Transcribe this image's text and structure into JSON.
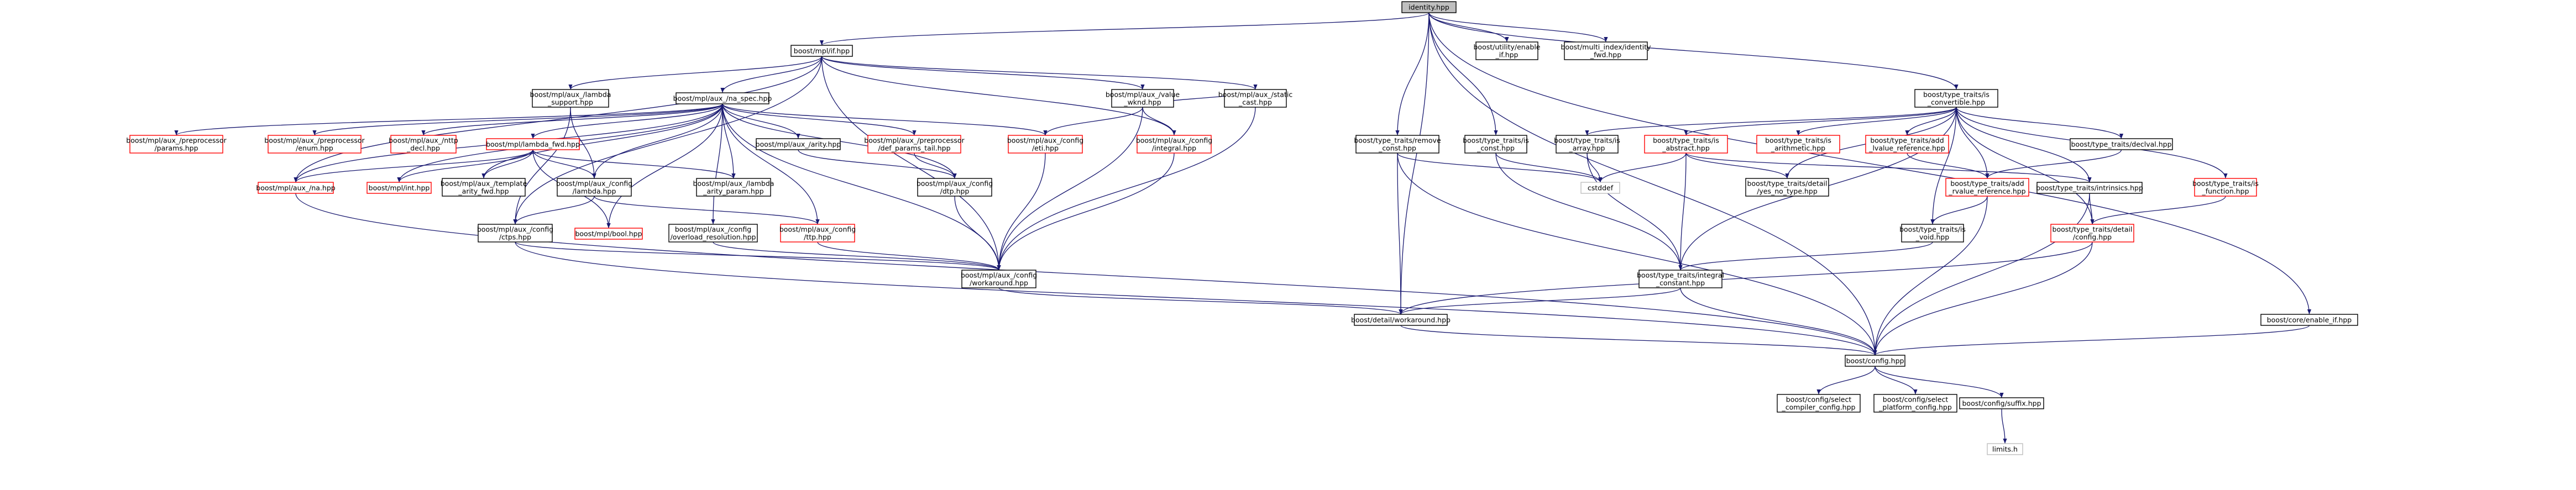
{
  "diagram": {
    "type": "include-dependency-graph",
    "colors": {
      "edge": "#191970",
      "node_border": "#000000",
      "missing_border": "#ff0000",
      "root_fill": "#bfbfbf",
      "node_fill": "#ffffff",
      "leaf_border": "#bfbfbf",
      "leaf_text": "#7f7f7f"
    },
    "nodes": [
      {
        "id": "identity",
        "lines": [
          "identity.hpp"
        ],
        "kind": "root"
      },
      {
        "id": "mpl_if",
        "lines": [
          "boost/mpl/if.hpp"
        ],
        "kind": "normal"
      },
      {
        "id": "enable_if",
        "lines": [
          "boost/utility/enable",
          "_if.hpp"
        ],
        "kind": "normal"
      },
      {
        "id": "mi_identity_fwd",
        "lines": [
          "boost/multi_index/identity",
          "_fwd.hpp"
        ],
        "kind": "normal"
      },
      {
        "id": "is_convertible",
        "lines": [
          "boost/type_traits/is",
          "_convertible.hpp"
        ],
        "kind": "normal"
      },
      {
        "id": "lambda_support",
        "lines": [
          "boost/mpl/aux_/lambda",
          "_support.hpp"
        ],
        "kind": "normal"
      },
      {
        "id": "na_spec",
        "lines": [
          "boost/mpl/aux_/na_spec.hpp"
        ],
        "kind": "normal"
      },
      {
        "id": "value_wknd",
        "lines": [
          "boost/mpl/aux_/value",
          "_wknd.hpp"
        ],
        "kind": "normal"
      },
      {
        "id": "static_cast",
        "lines": [
          "boost/mpl/aux_/static",
          "_cast.hpp"
        ],
        "kind": "normal"
      },
      {
        "id": "remove_const",
        "lines": [
          "boost/type_traits/remove",
          "_const.hpp"
        ],
        "kind": "normal"
      },
      {
        "id": "is_const",
        "lines": [
          "boost/type_traits/is",
          "_const.hpp"
        ],
        "kind": "normal"
      },
      {
        "id": "pp_params",
        "lines": [
          "boost/mpl/aux_/preprocessor",
          "/params.hpp"
        ],
        "kind": "missing"
      },
      {
        "id": "pp_enum",
        "lines": [
          "boost/mpl/aux_/preprocessor",
          "/enum.hpp"
        ],
        "kind": "missing"
      },
      {
        "id": "nttp_decl",
        "lines": [
          "boost/mpl/aux_/nttp",
          "_decl.hpp"
        ],
        "kind": "missing"
      },
      {
        "id": "lambda_fwd",
        "lines": [
          "boost/mpl/lambda_fwd.hpp"
        ],
        "kind": "missing"
      },
      {
        "id": "arity",
        "lines": [
          "boost/mpl/aux_/arity.hpp"
        ],
        "kind": "normal"
      },
      {
        "id": "def_params_tail",
        "lines": [
          "boost/mpl/aux_/preprocessor",
          "/def_params_tail.hpp"
        ],
        "kind": "missing"
      },
      {
        "id": "cfg_eti",
        "lines": [
          "boost/mpl/aux_/config",
          "/eti.hpp"
        ],
        "kind": "missing"
      },
      {
        "id": "cfg_integral",
        "lines": [
          "boost/mpl/aux_/config",
          "/integral.hpp"
        ],
        "kind": "missing"
      },
      {
        "id": "is_array",
        "lines": [
          "boost/type_traits/is",
          "_array.hpp"
        ],
        "kind": "normal"
      },
      {
        "id": "is_abstract",
        "lines": [
          "boost/type_traits/is",
          "_abstract.hpp"
        ],
        "kind": "missing"
      },
      {
        "id": "is_arithmetic",
        "lines": [
          "boost/type_traits/is",
          "_arithmetic.hpp"
        ],
        "kind": "missing"
      },
      {
        "id": "add_lvalue_ref",
        "lines": [
          "boost/type_traits/add",
          "_lvalue_reference.hpp"
        ],
        "kind": "missing"
      },
      {
        "id": "declval",
        "lines": [
          "boost/type_traits/declval.hpp"
        ],
        "kind": "normal"
      },
      {
        "id": "na",
        "lines": [
          "boost/mpl/aux_/na.hpp"
        ],
        "kind": "missing"
      },
      {
        "id": "mpl_int",
        "lines": [
          "boost/mpl/int.hpp"
        ],
        "kind": "missing"
      },
      {
        "id": "template_arity_fwd",
        "lines": [
          "boost/mpl/aux_/template",
          "_arity_fwd.hpp"
        ],
        "kind": "normal"
      },
      {
        "id": "cfg_lambda",
        "lines": [
          "boost/mpl/aux_/config",
          "/lambda.hpp"
        ],
        "kind": "normal"
      },
      {
        "id": "lambda_arity_param",
        "lines": [
          "boost/mpl/aux_/lambda",
          "_arity_param.hpp"
        ],
        "kind": "normal"
      },
      {
        "id": "cfg_dtp",
        "lines": [
          "boost/mpl/aux_/config",
          "/dtp.hpp"
        ],
        "kind": "normal"
      },
      {
        "id": "cstddef",
        "lines": [
          "cstddef"
        ],
        "kind": "leaf"
      },
      {
        "id": "yes_no_type",
        "lines": [
          "boost/type_traits/detail",
          "/yes_no_type.hpp"
        ],
        "kind": "normal"
      },
      {
        "id": "add_rvalue_ref",
        "lines": [
          "boost/type_traits/add",
          "_rvalue_reference.hpp"
        ],
        "kind": "missing"
      },
      {
        "id": "intrinsics",
        "lines": [
          "boost/type_traits/intrinsics.hpp"
        ],
        "kind": "normal"
      },
      {
        "id": "is_function",
        "lines": [
          "boost/type_traits/is",
          "_function.hpp"
        ],
        "kind": "missing"
      },
      {
        "id": "cfg_ctps",
        "lines": [
          "boost/mpl/aux_/config",
          "/ctps.hpp"
        ],
        "kind": "normal"
      },
      {
        "id": "mpl_bool",
        "lines": [
          "boost/mpl/bool.hpp"
        ],
        "kind": "missing"
      },
      {
        "id": "cfg_overload",
        "lines": [
          "boost/mpl/aux_/config",
          "/overload_resolution.hpp"
        ],
        "kind": "normal"
      },
      {
        "id": "cfg_ttp",
        "lines": [
          "boost/mpl/aux_/config",
          "/ttp.hpp"
        ],
        "kind": "missing"
      },
      {
        "id": "is_void",
        "lines": [
          "boost/type_traits/is",
          "_void.hpp"
        ],
        "kind": "normal"
      },
      {
        "id": "tt_detail_config",
        "lines": [
          "boost/type_traits/detail",
          "/config.hpp"
        ],
        "kind": "missing"
      },
      {
        "id": "cfg_workaround",
        "lines": [
          "boost/mpl/aux_/config",
          "/workaround.hpp"
        ],
        "kind": "normal"
      },
      {
        "id": "integral_constant",
        "lines": [
          "boost/type_traits/integral",
          "_constant.hpp"
        ],
        "kind": "normal"
      },
      {
        "id": "detail_workaround",
        "lines": [
          "boost/detail/workaround.hpp"
        ],
        "kind": "normal"
      },
      {
        "id": "core_enable_if",
        "lines": [
          "boost/core/enable_if.hpp"
        ],
        "kind": "normal"
      },
      {
        "id": "config",
        "lines": [
          "boost/config.hpp"
        ],
        "kind": "normal"
      },
      {
        "id": "select_compiler",
        "lines": [
          "boost/config/select",
          "_compiler_config.hpp"
        ],
        "kind": "normal"
      },
      {
        "id": "select_platform",
        "lines": [
          "boost/config/select",
          "_platform_config.hpp"
        ],
        "kind": "normal"
      },
      {
        "id": "suffix",
        "lines": [
          "boost/config/suffix.hpp"
        ],
        "kind": "normal"
      },
      {
        "id": "limits",
        "lines": [
          "limits.h"
        ],
        "kind": "leaf"
      }
    ],
    "edges": [
      [
        "identity",
        "mpl_if"
      ],
      [
        "identity",
        "enable_if"
      ],
      [
        "identity",
        "mi_identity_fwd"
      ],
      [
        "identity",
        "is_convertible"
      ],
      [
        "identity",
        "remove_const"
      ],
      [
        "identity",
        "is_const"
      ],
      [
        "identity",
        "detail_workaround"
      ],
      [
        "identity",
        "config"
      ],
      [
        "identity",
        "core_enable_if"
      ],
      [
        "mpl_if",
        "lambda_support"
      ],
      [
        "mpl_if",
        "na_spec"
      ],
      [
        "mpl_if",
        "value_wknd"
      ],
      [
        "mpl_if",
        "static_cast"
      ],
      [
        "mpl_if",
        "cfg_integral"
      ],
      [
        "mpl_if",
        "cfg_ctps"
      ],
      [
        "mpl_if",
        "na"
      ],
      [
        "mpl_if",
        "cfg_workaround"
      ],
      [
        "lambda_support",
        "cfg_lambda"
      ],
      [
        "lambda_support",
        "cfg_ctps"
      ],
      [
        "na_spec",
        "pp_params"
      ],
      [
        "na_spec",
        "pp_enum"
      ],
      [
        "na_spec",
        "nttp_decl"
      ],
      [
        "na_spec",
        "lambda_fwd"
      ],
      [
        "na_spec",
        "arity"
      ],
      [
        "na_spec",
        "def_params_tail"
      ],
      [
        "na_spec",
        "cfg_eti"
      ],
      [
        "na_spec",
        "na"
      ],
      [
        "na_spec",
        "mpl_int"
      ],
      [
        "na_spec",
        "cfg_lambda"
      ],
      [
        "na_spec",
        "lambda_arity_param"
      ],
      [
        "na_spec",
        "cfg_dtp"
      ],
      [
        "na_spec",
        "cfg_overload"
      ],
      [
        "na_spec",
        "cfg_ttp"
      ],
      [
        "na_spec",
        "mpl_bool"
      ],
      [
        "na_spec",
        "cfg_workaround"
      ],
      [
        "na_spec",
        "template_arity_fwd"
      ],
      [
        "lambda_fwd",
        "na"
      ],
      [
        "lambda_fwd",
        "mpl_int"
      ],
      [
        "lambda_fwd",
        "template_arity_fwd"
      ],
      [
        "lambda_fwd",
        "cfg_lambda"
      ],
      [
        "lambda_fwd",
        "lambda_arity_param"
      ],
      [
        "lambda_fwd",
        "mpl_bool"
      ],
      [
        "arity",
        "cfg_dtp"
      ],
      [
        "def_params_tail",
        "cfg_dtp"
      ],
      [
        "value_wknd",
        "cfg_eti"
      ],
      [
        "value_wknd",
        "cfg_integral"
      ],
      [
        "value_wknd",
        "static_cast"
      ],
      [
        "value_wknd",
        "cfg_workaround"
      ],
      [
        "static_cast",
        "cfg_workaround"
      ],
      [
        "cfg_eti",
        "cfg_workaround"
      ],
      [
        "cfg_integral",
        "cfg_workaround"
      ],
      [
        "cfg_dtp",
        "cfg_workaround"
      ],
      [
        "cfg_lambda",
        "cfg_ttp"
      ],
      [
        "cfg_lambda",
        "cfg_ctps"
      ],
      [
        "cfg_ttp",
        "cfg_workaround"
      ],
      [
        "cfg_overload",
        "cfg_workaround"
      ],
      [
        "cfg_ctps",
        "cfg_workaround"
      ],
      [
        "cfg_ctps",
        "config"
      ],
      [
        "cfg_workaround",
        "detail_workaround"
      ],
      [
        "na",
        "config"
      ],
      [
        "remove_const",
        "cstddef"
      ],
      [
        "remove_const",
        "detail_workaround"
      ],
      [
        "remove_const",
        "config"
      ],
      [
        "is_const",
        "cstddef"
      ],
      [
        "is_const",
        "integral_constant"
      ],
      [
        "is_convertible",
        "is_array"
      ],
      [
        "is_convertible",
        "is_abstract"
      ],
      [
        "is_convertible",
        "is_arithmetic"
      ],
      [
        "is_convertible",
        "add_lvalue_ref"
      ],
      [
        "is_convertible",
        "declval"
      ],
      [
        "is_convertible",
        "add_rvalue_ref"
      ],
      [
        "is_convertible",
        "intrinsics"
      ],
      [
        "is_convertible",
        "is_function"
      ],
      [
        "is_convertible",
        "is_void"
      ],
      [
        "is_convertible",
        "yes_no_type"
      ],
      [
        "is_convertible",
        "tt_detail_config"
      ],
      [
        "is_convertible",
        "integral_constant"
      ],
      [
        "is_array",
        "cstddef"
      ],
      [
        "is_array",
        "integral_constant"
      ],
      [
        "is_abstract",
        "cstddef"
      ],
      [
        "is_abstract",
        "yes_no_type"
      ],
      [
        "is_abstract",
        "integral_constant"
      ],
      [
        "is_abstract",
        "intrinsics"
      ],
      [
        "add_lvalue_ref",
        "add_rvalue_ref"
      ],
      [
        "declval",
        "add_rvalue_ref"
      ],
      [
        "add_rvalue_ref",
        "is_void"
      ],
      [
        "add_rvalue_ref",
        "config"
      ],
      [
        "intrinsics",
        "tt_detail_config"
      ],
      [
        "intrinsics",
        "config"
      ],
      [
        "is_function",
        "tt_detail_config"
      ],
      [
        "is_void",
        "integral_constant"
      ],
      [
        "tt_detail_config",
        "config"
      ],
      [
        "tt_detail_config",
        "detail_workaround"
      ],
      [
        "integral_constant",
        "detail_workaround"
      ],
      [
        "integral_constant",
        "config"
      ],
      [
        "detail_workaround",
        "config"
      ],
      [
        "core_enable_if",
        "config"
      ],
      [
        "config",
        "select_compiler"
      ],
      [
        "config",
        "select_platform"
      ],
      [
        "config",
        "suffix"
      ],
      [
        "suffix",
        "limits"
      ]
    ]
  }
}
